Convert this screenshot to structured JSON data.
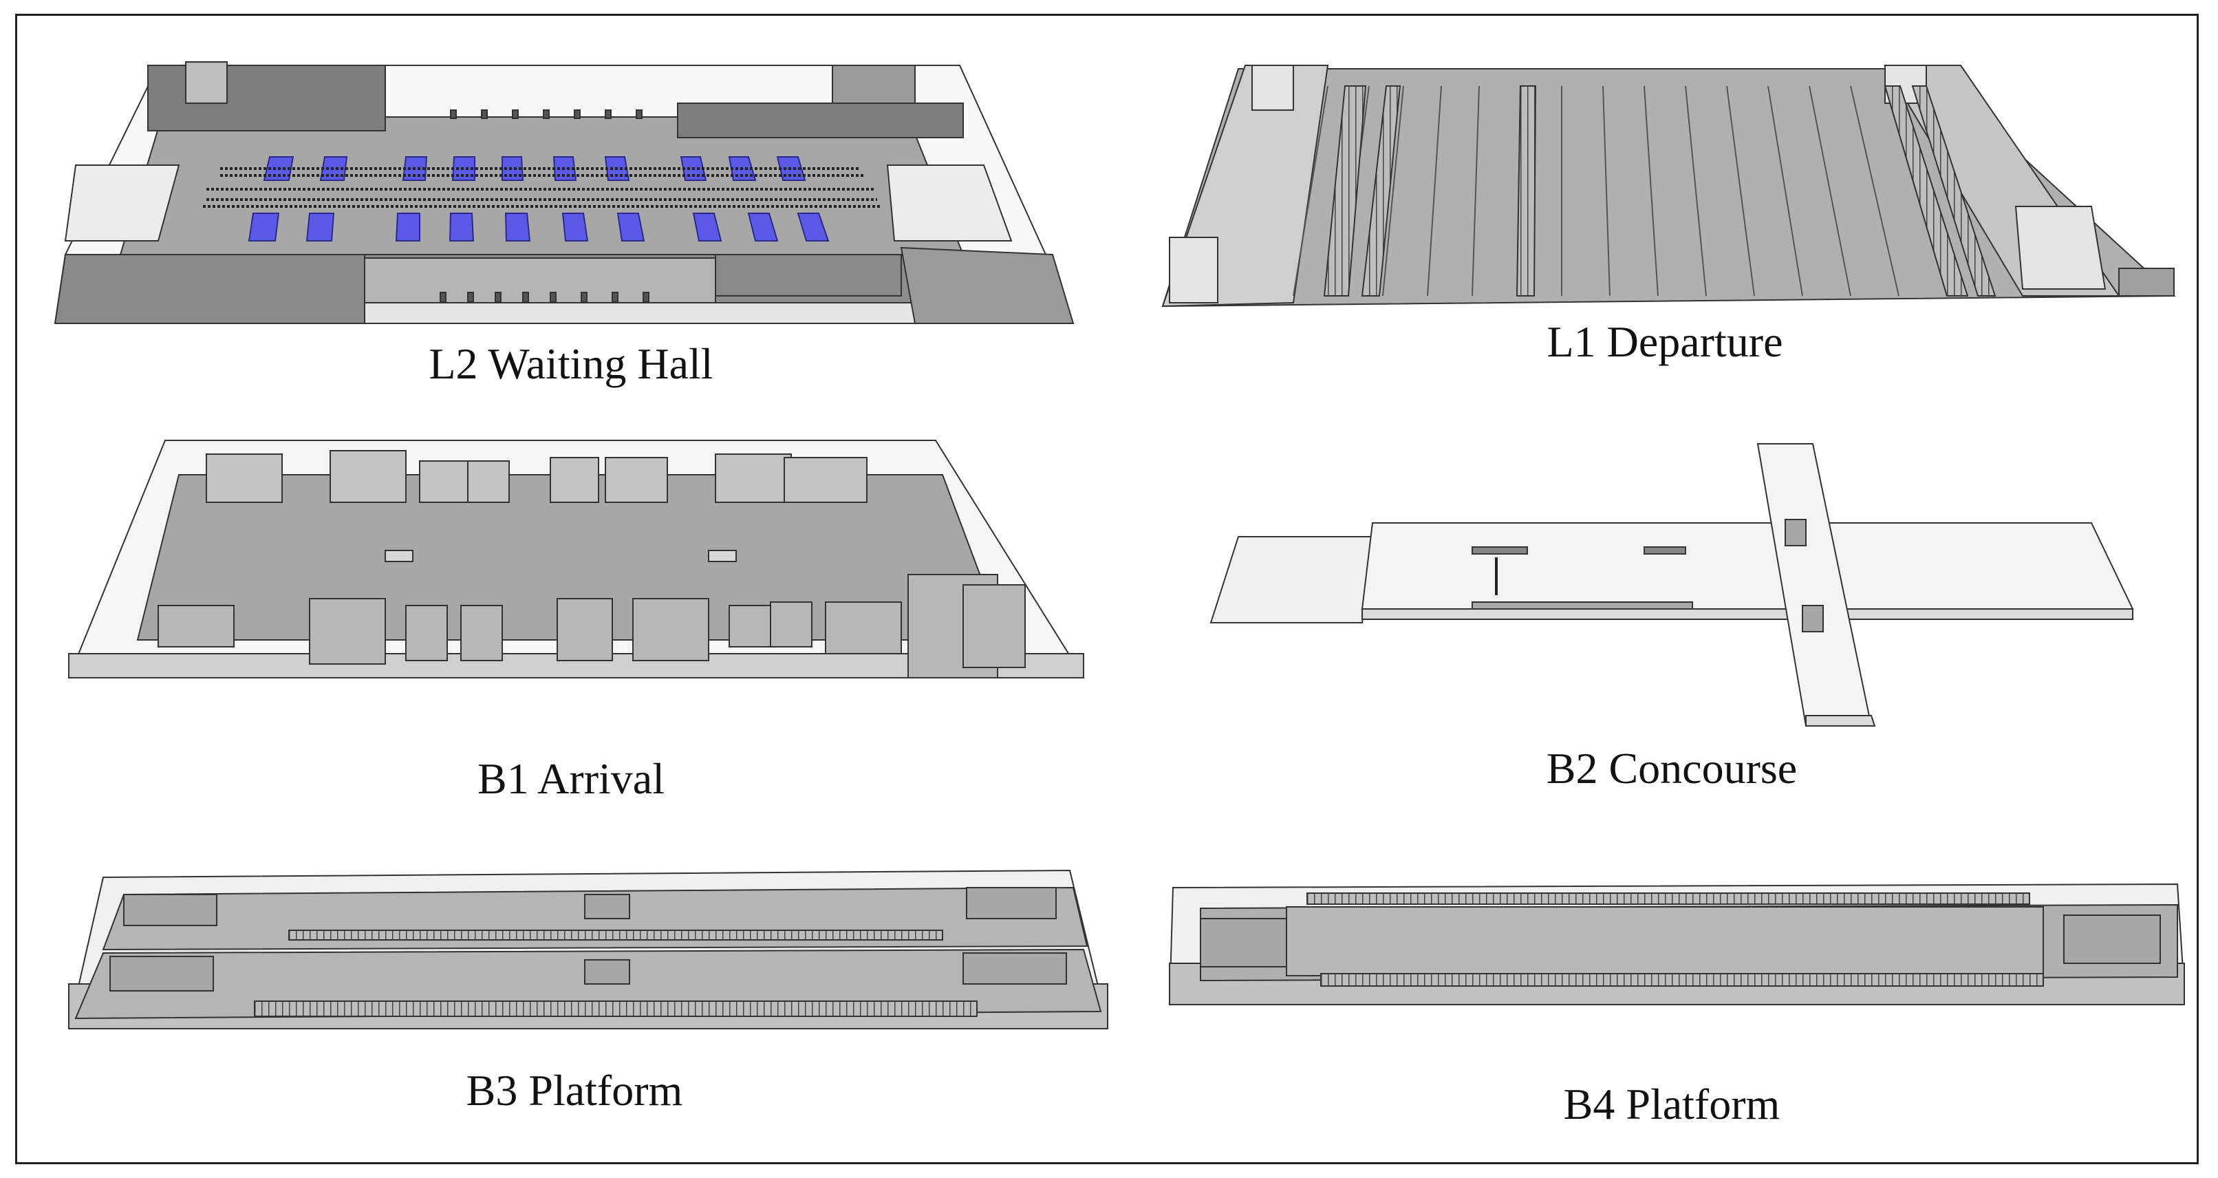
{
  "panels": [
    {
      "id": "l2",
      "caption": "L2 Waiting Hall"
    },
    {
      "id": "l1",
      "caption": "L1 Departure"
    },
    {
      "id": "b1",
      "caption": "B1 Arrival"
    },
    {
      "id": "b2",
      "caption": "B2 Concourse"
    },
    {
      "id": "b3",
      "caption": "B3 Platform"
    },
    {
      "id": "b4",
      "caption": "B4 Platform"
    }
  ],
  "colors": {
    "floor": "#a7a7a7",
    "wall_dark": "#7d7d7d",
    "wall_light": "#d9d9d9",
    "glass": "#f2f2f2",
    "outline": "#333333",
    "seat_block": "#5a5ae6"
  }
}
